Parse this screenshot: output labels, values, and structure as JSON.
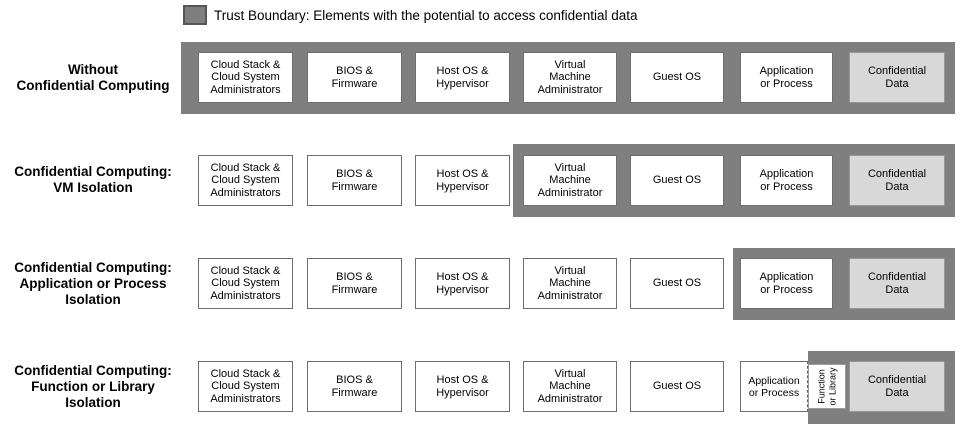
{
  "legend": {
    "label": "Trust Boundary: Elements with the potential to access confidential data"
  },
  "colors": {
    "trust_band": "#7f7f7f",
    "box_fill": "#ffffff",
    "box_border": "#6e6e6e",
    "confidential_fill": "#d8d8d8",
    "text": "#000000",
    "background": "#ffffff"
  },
  "columns": [
    {
      "id": "cloud-stack-admins",
      "label": "Cloud Stack & Cloud System Administrators",
      "lines": [
        "Cloud Stack &",
        "Cloud System",
        "Administrators"
      ]
    },
    {
      "id": "bios-firmware",
      "label": "BIOS & Firmware",
      "lines": [
        "BIOS &",
        "Firmware"
      ]
    },
    {
      "id": "host-os-hypervisor",
      "label": "Host OS & Hypervisor",
      "lines": [
        "Host OS &",
        "Hypervisor"
      ]
    },
    {
      "id": "vm-administrator",
      "label": "Virtual Machine Administrator",
      "lines": [
        "Virtual",
        "Machine",
        "Administrator"
      ]
    },
    {
      "id": "guest-os",
      "label": "Guest OS",
      "lines": [
        "Guest OS"
      ]
    },
    {
      "id": "application-process",
      "label": "Application or Process",
      "lines": [
        "Application",
        "or Process"
      ]
    },
    {
      "id": "confidential-data",
      "label": "Confidential Data",
      "lines": [
        "Confidential",
        "Data"
      ]
    }
  ],
  "function_library": {
    "label": "Function or Library",
    "lines": [
      "Function",
      "or Library"
    ]
  },
  "rows": [
    {
      "label": "Without Confidential Computing",
      "label_lines": [
        "Without",
        "Confidential Computing"
      ],
      "trust_boundary_covers": [
        "cloud-stack-admins",
        "bios-firmware",
        "host-os-hypervisor",
        "vm-administrator",
        "guest-os",
        "application-process",
        "confidential-data"
      ]
    },
    {
      "label": "Confidential Computing: VM Isolation",
      "label_lines": [
        "Confidential Computing:",
        "VM Isolation"
      ],
      "trust_boundary_covers": [
        "vm-administrator",
        "guest-os",
        "application-process",
        "confidential-data"
      ]
    },
    {
      "label": "Confidential Computing: Application or Process Isolation",
      "label_lines": [
        "Confidential Computing:",
        "Application or Process",
        "Isolation"
      ],
      "trust_boundary_covers": [
        "application-process",
        "confidential-data"
      ]
    },
    {
      "label": "Confidential Computing: Function or Library Isolation",
      "label_lines": [
        "Confidential Computing:",
        "Function or Library",
        "Isolation"
      ],
      "trust_boundary_covers": [
        "function-or-library",
        "confidential-data"
      ]
    }
  ]
}
